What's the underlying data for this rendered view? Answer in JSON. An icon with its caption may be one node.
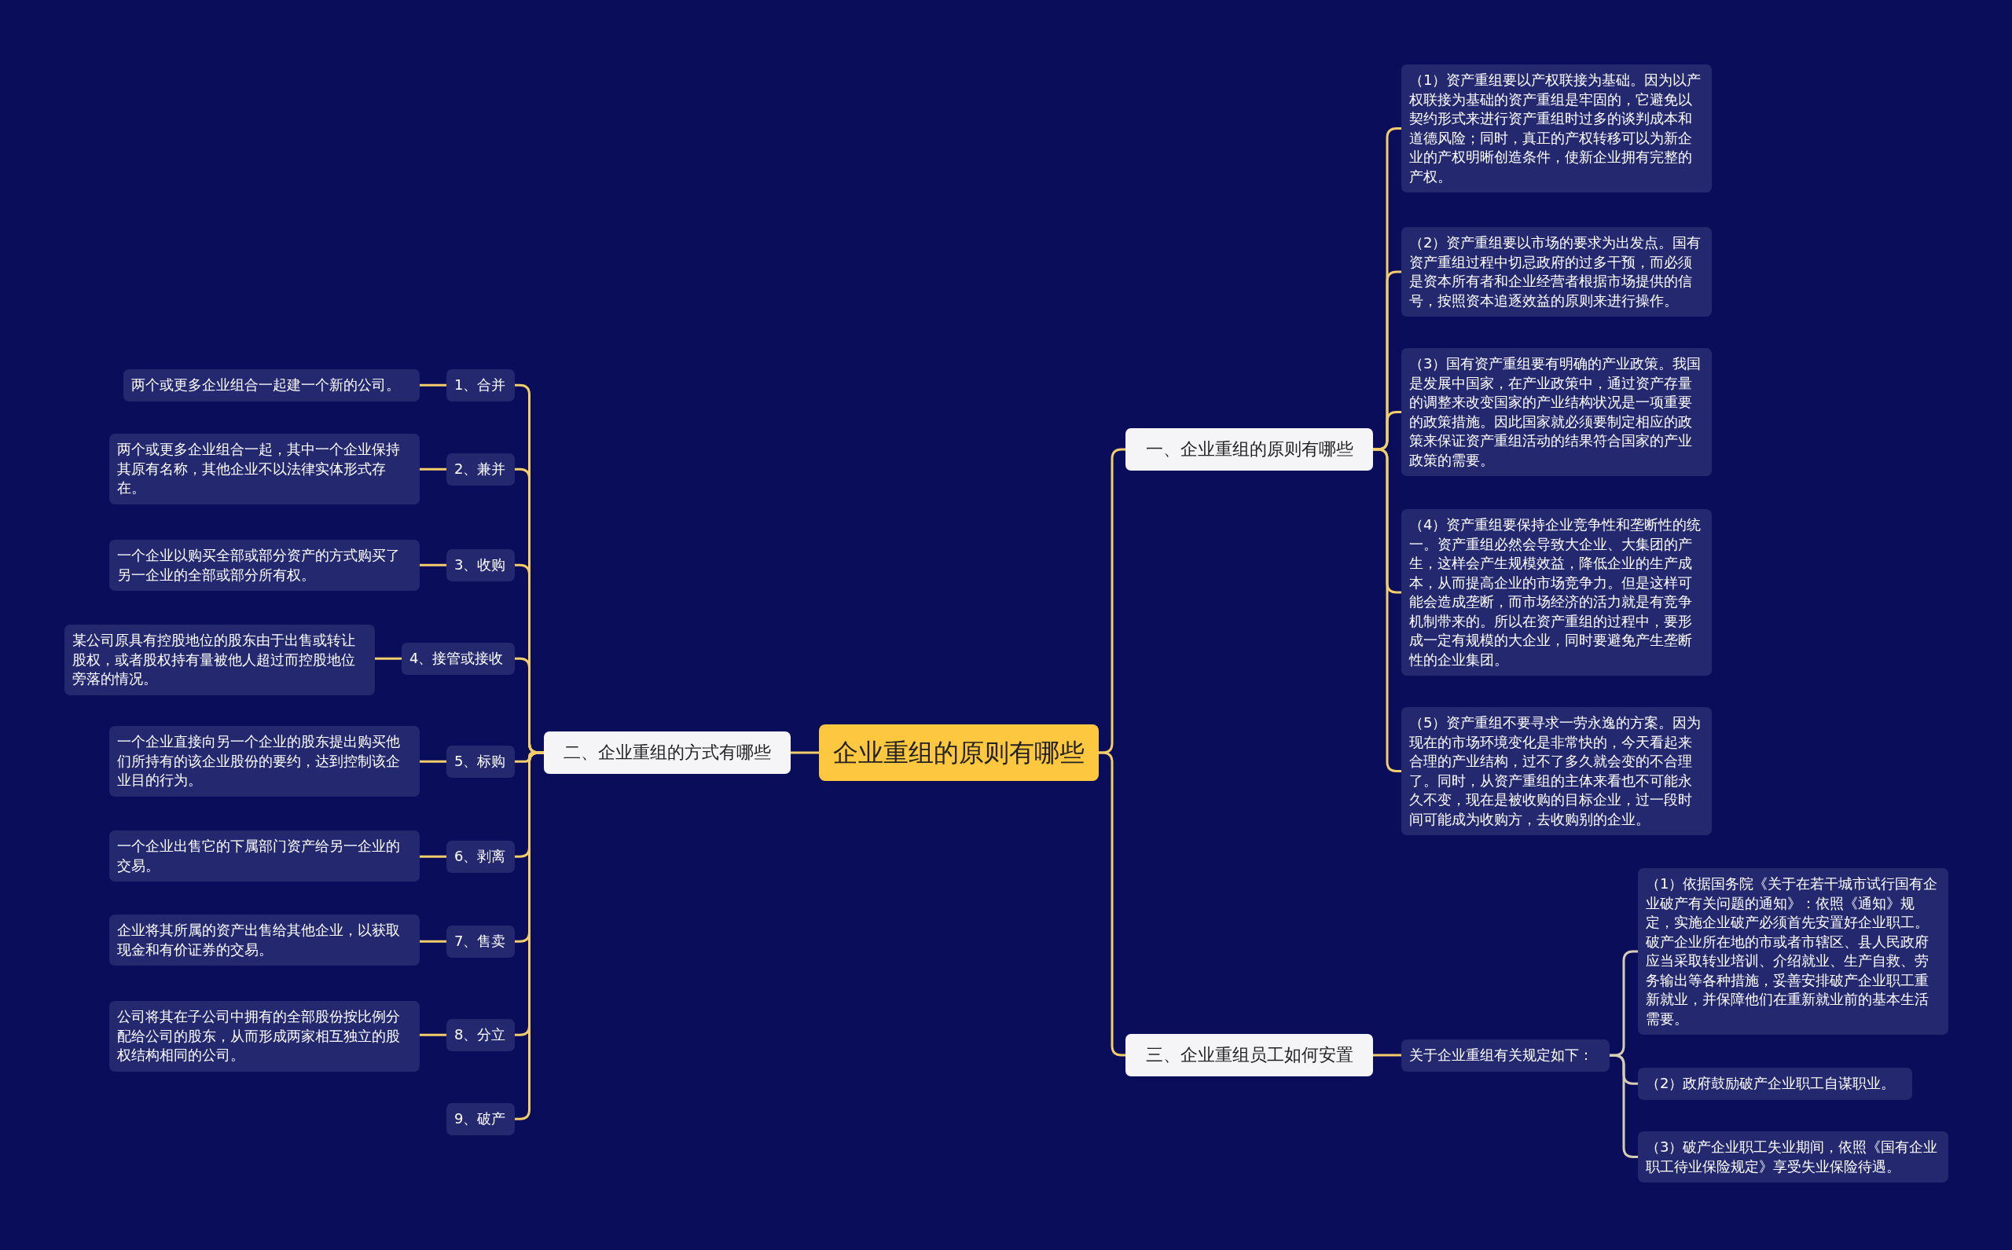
{
  "diagram": {
    "nodes": [
      {
        "text": [
          "企业重组的原则有哪些"
        ]
      },
      {
        "text": [
          "一、企业重组的原则有哪些"
        ]
      },
      {
        "text": [
          "（1）资产重组要以产权联接为基础。因为以产权联接为基础的资产重组是牢固的，它避免以契约形式来进行资产重组时过多的谈判成本和道德风险；同时，真正的产权转移可以为新企业的产权明晰创造条件，使新企业拥有完整的产权。"
        ]
      },
      {
        "text": [
          "（2）资产重组要以市场的要求为出发点。国有资产重组过程中切忌政府的过多干预，而必须是资本所有者和企业经营者根据市场提供的信号，按照资本追逐效益的原则来进行操作。"
        ]
      },
      {
        "text": [
          "（3）国有资产重组要有明确的产业政策。我国是发展中国家，在产业政策中，通过资产存量的调整来改变国家的产业结构状况是一项重要的政策措施。因此国家就必须要制定相应的政策来保证资产重组活动的结果符合国家的产业政策的需要。"
        ]
      },
      {
        "text": [
          "（4）资产重组要保持企业竞争性和垄断性的统一。资产重组必然会导致大企业、大集团的产生，这样会产生规模效益，降低企业的生产成本，从而提高企业的市场竞争力。但是这样可能会造成垄断，而市场经济的活力就是有竞争机制带来的。所以在资产重组的过程中，要形成一定有规模的大企业，同时要避免产生垄断性的企业集团。"
        ]
      },
      {
        "text": [
          "（5）资产重组不要寻求一劳永逸的方案。因为现在的市场环境变化是非常快的，今天看起来合理的产业结构，过不了多久就会变的不合理了。同时，从资产重组的主体来看也不可能永久不变，现在是被收购的目标企业，过一段时间可能成为收购方，去收购别的企业。"
        ]
      },
      {
        "text": [
          "二、企业重组的方式有哪些"
        ]
      },
      {
        "text": [
          "1、合并"
        ]
      },
      {
        "text": [
          "两个或更多企业组合一起建一个新的公司。"
        ]
      },
      {
        "text": [
          "2、兼并"
        ]
      },
      {
        "text": [
          "两个或更多企业组合一起，其中一个企业保持其原有名称，其他企业不以法律实体形式存在。"
        ]
      },
      {
        "text": [
          "3、收购"
        ]
      },
      {
        "text": [
          "一个企业以购买全部或部分资产的方式购买了另一企业的全部或部分所有权。"
        ]
      },
      {
        "text": [
          "4、接管或接收"
        ]
      },
      {
        "text": [
          "某公司原具有控股地位的股东由于出售或转让股权，或者股权持有量被他人超过而控股地位旁落的情况。"
        ]
      },
      {
        "text": [
          "5、标购"
        ]
      },
      {
        "text": [
          "一个企业直接向另一个企业的股东提出购买他们所持有的该企业股份的要约，达到控制该企业目的行为。"
        ]
      },
      {
        "text": [
          "6、剥离"
        ]
      },
      {
        "text": [
          "一个企业出售它的下属部门资产给另一企业的交易。"
        ]
      },
      {
        "text": [
          "7、售卖"
        ]
      },
      {
        "text": [
          "企业将其所属的资产出售给其他企业，以获取现金和有价证券的交易。"
        ]
      },
      {
        "text": [
          "8、分立"
        ]
      },
      {
        "text": [
          "公司将其在子公司中拥有的全部股份按比例分配给公司的股东，从而形成两家相互独立的股权结构相同的公司。"
        ]
      },
      {
        "text": [
          "9、破产"
        ]
      },
      {
        "text": [
          "三、企业重组员工如何安置"
        ]
      },
      {
        "text": [
          "关于企业重组有关规定如下："
        ]
      },
      {
        "text": [
          "（1）依据国务院《关于在若干城市试行国有企业破产有关问题的通知》：依照《通知》规定，实施企业破产必须首先安置好企业职工。破产企业所在地的市或者市辖区、县人民政府应当采取转业培训、介绍就业、生产自救、劳务输出等各种措施，妥善安排破产企业职工重新就业，并保障他们在重新就业前的基本生活需要。"
        ]
      },
      {
        "text": [
          "（2）政府鼓励破产企业职工自谋职业。"
        ]
      },
      {
        "text": [
          "（3）破产企业职工失业期间，依照《国有企业职工待业保险规定》享受失业保险待遇。"
        ]
      }
    ],
    "edges": [
      {
        "from": 0,
        "to": 1,
        "arrow": "none"
      },
      {
        "from": 1,
        "to": 2,
        "arrow": "none"
      },
      {
        "from": 1,
        "to": 3,
        "arrow": "none"
      },
      {
        "from": 1,
        "to": 4,
        "arrow": "none"
      },
      {
        "from": 1,
        "to": 5,
        "arrow": "none"
      },
      {
        "from": 1,
        "to": 6,
        "arrow": "none"
      },
      {
        "from": 0,
        "to": 7,
        "arrow": "none"
      },
      {
        "from": 7,
        "to": 8,
        "arrow": "none"
      },
      {
        "from": 8,
        "to": 9,
        "arrow": "none"
      },
      {
        "from": 7,
        "to": 10,
        "arrow": "none"
      },
      {
        "from": 10,
        "to": 11,
        "arrow": "none"
      },
      {
        "from": 7,
        "to": 12,
        "arrow": "none"
      },
      {
        "from": 12,
        "to": 13,
        "arrow": "none"
      },
      {
        "from": 7,
        "to": 14,
        "arrow": "none"
      },
      {
        "from": 14,
        "to": 15,
        "arrow": "none"
      },
      {
        "from": 7,
        "to": 16,
        "arrow": "none"
      },
      {
        "from": 16,
        "to": 17,
        "arrow": "none"
      },
      {
        "from": 7,
        "to": 18,
        "arrow": "none"
      },
      {
        "from": 18,
        "to": 19,
        "arrow": "none"
      },
      {
        "from": 7,
        "to": 20,
        "arrow": "none"
      },
      {
        "from": 20,
        "to": 21,
        "arrow": "none"
      },
      {
        "from": 7,
        "to": 22,
        "arrow": "none"
      },
      {
        "from": 22,
        "to": 23,
        "arrow": "none"
      },
      {
        "from": 7,
        "to": 24,
        "arrow": "none"
      },
      {
        "from": 0,
        "to": 25,
        "arrow": "none"
      },
      {
        "from": 25,
        "to": 26,
        "arrow": "none"
      },
      {
        "from": 26,
        "to": 27,
        "arrow": "none",
        "color": "#d6ceb4"
      },
      {
        "from": 26,
        "to": 28,
        "arrow": "none",
        "color": "#d6ceb4"
      },
      {
        "from": 26,
        "to": 29,
        "arrow": "none",
        "color": "#d6ceb4"
      }
    ]
  }
}
